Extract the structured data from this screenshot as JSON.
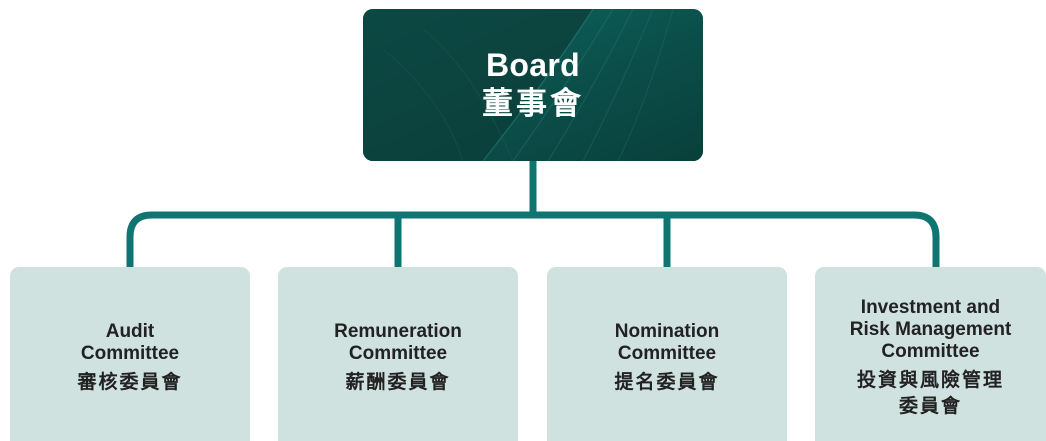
{
  "colors": {
    "connector": "#0f7570",
    "board_background": "#0d5d57",
    "committee_background": "#cfe2df",
    "committee_text": "#222222",
    "board_text": "#ffffff"
  },
  "board": {
    "title_en": "Board",
    "title_zh": "董事會"
  },
  "committees": [
    {
      "name_en": "Audit\nCommittee",
      "name_zh": "審核委員會"
    },
    {
      "name_en": "Remuneration\nCommittee",
      "name_zh": "薪酬委員會"
    },
    {
      "name_en": "Nomination\nCommittee",
      "name_zh": "提名委員會"
    },
    {
      "name_en": "Investment and\nRisk Management\nCommittee",
      "name_zh": "投資與風險管理\n委員會"
    }
  ]
}
